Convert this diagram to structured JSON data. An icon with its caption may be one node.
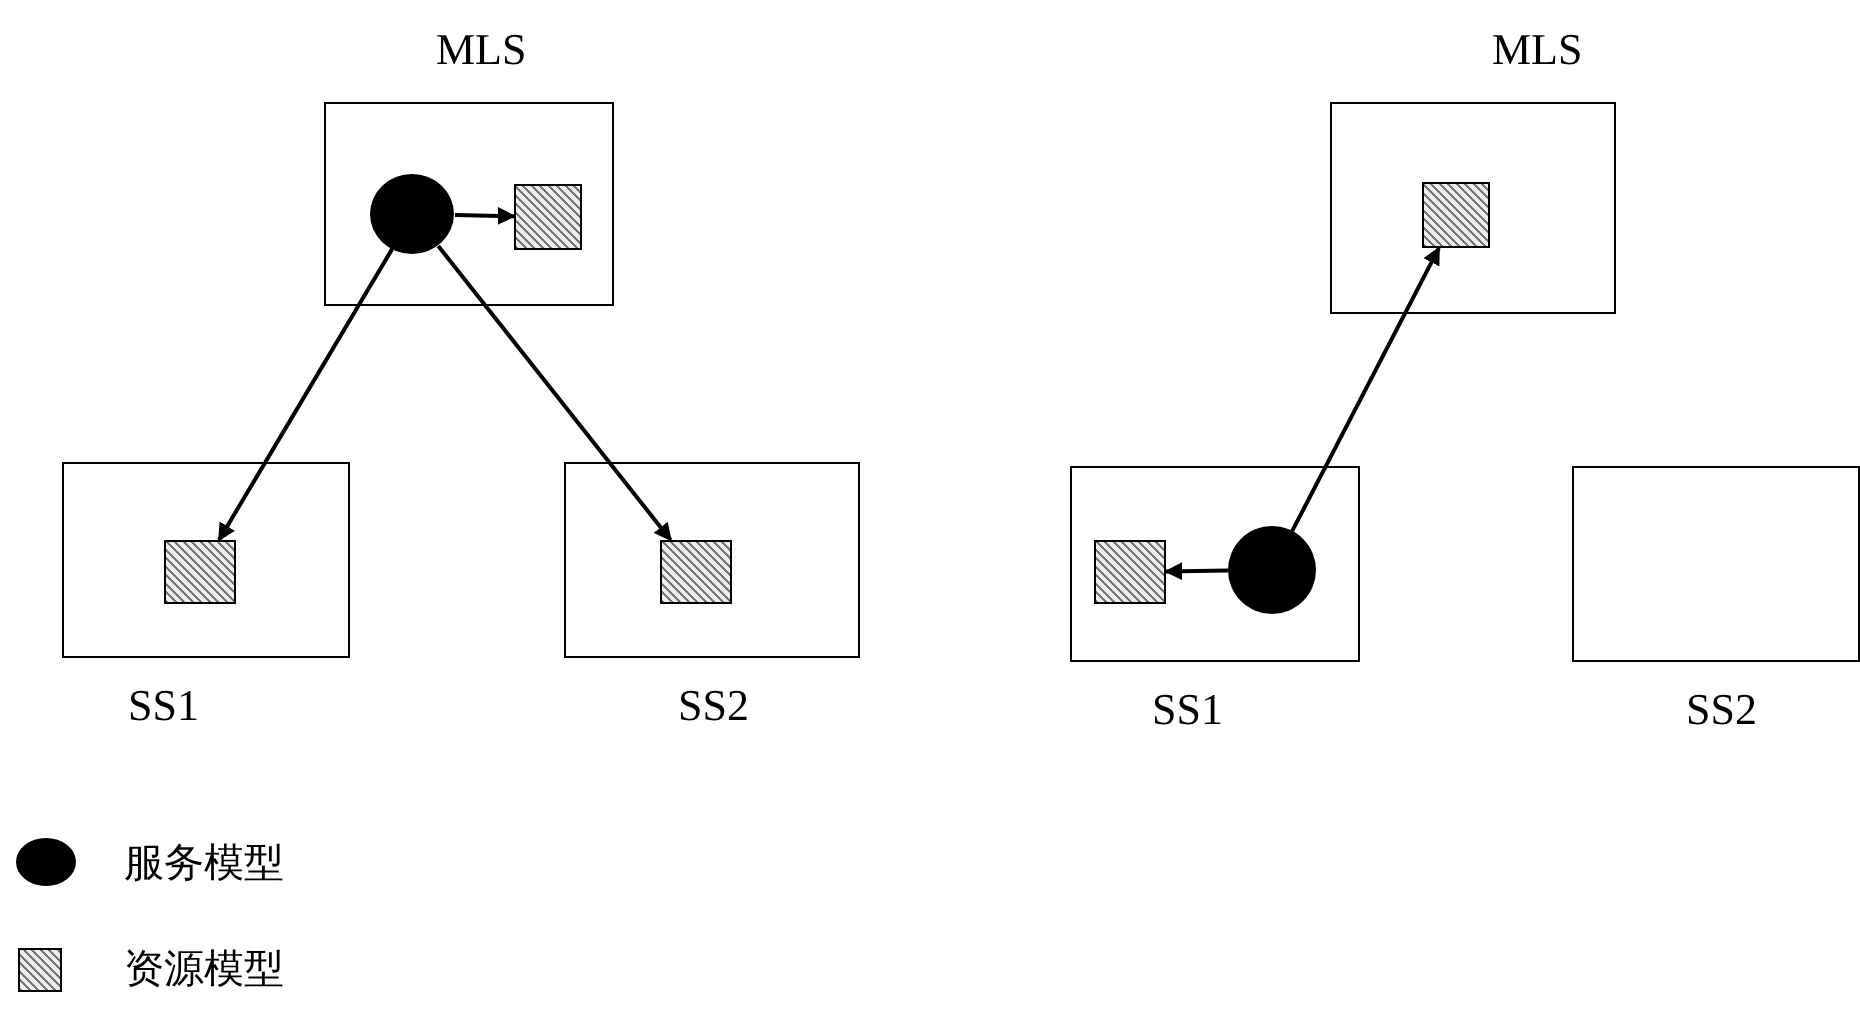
{
  "diagram": {
    "nodes": [
      {
        "text": [
          "MLS"
        ]
      },
      {
        "text": [],
        "shape": "circle",
        "in": 0
      },
      {
        "text": [],
        "shape": "box",
        "in": 0
      },
      {
        "text": [
          "SS1"
        ]
      },
      {
        "text": [],
        "shape": "box",
        "in": 3
      },
      {
        "text": [
          "SS2"
        ]
      },
      {
        "text": [],
        "shape": "box",
        "in": 5
      },
      {
        "text": [
          "MLS"
        ]
      },
      {
        "text": [],
        "shape": "box",
        "in": 7
      },
      {
        "text": [
          "SS1"
        ]
      },
      {
        "text": [],
        "shape": "box",
        "in": 9
      },
      {
        "text": [],
        "shape": "circle",
        "in": 9
      },
      {
        "text": [
          "SS2"
        ]
      }
    ],
    "edges": [
      {
        "from": 1,
        "to": 2,
        "arrow": "to"
      },
      {
        "from": 1,
        "to": 4,
        "arrow": "to"
      },
      {
        "from": 1,
        "to": 6,
        "arrow": "to"
      },
      {
        "from": 11,
        "to": 10,
        "arrow": "to"
      },
      {
        "from": 11,
        "to": 8,
        "arrow": "to"
      }
    ],
    "legend": [
      {
        "text": "服务模型"
      },
      {
        "text": "资源模型"
      }
    ]
  }
}
